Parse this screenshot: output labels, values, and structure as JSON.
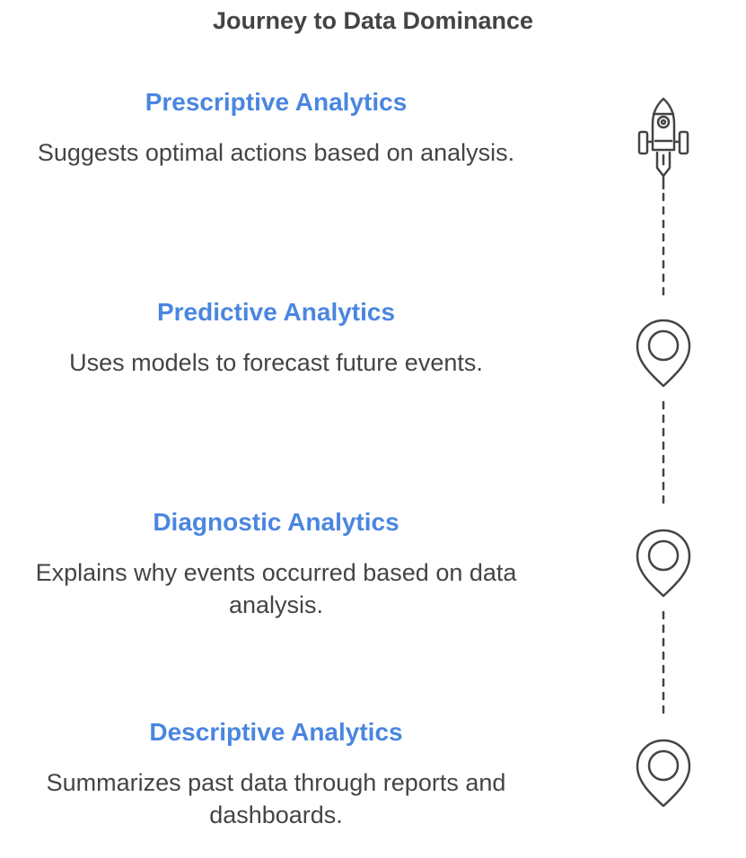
{
  "title": "Journey to Data Dominance",
  "stages": [
    {
      "name": "Prescriptive Analytics",
      "description": "Suggests optimal actions based on analysis.",
      "icon": "rocket-icon"
    },
    {
      "name": "Predictive Analytics",
      "description": "Uses models to forecast future events.",
      "icon": "map-pin-icon"
    },
    {
      "name": "Diagnostic Analytics",
      "description": "Explains why events occurred based on data analysis.",
      "icon": "map-pin-icon"
    },
    {
      "name": "Descriptive Analytics",
      "description": "Summarizes past data through reports and dashboards.",
      "icon": "map-pin-icon"
    }
  ],
  "colors": {
    "heading": "#4a86e0",
    "text": "#444444",
    "icon_stroke": "#444444"
  }
}
